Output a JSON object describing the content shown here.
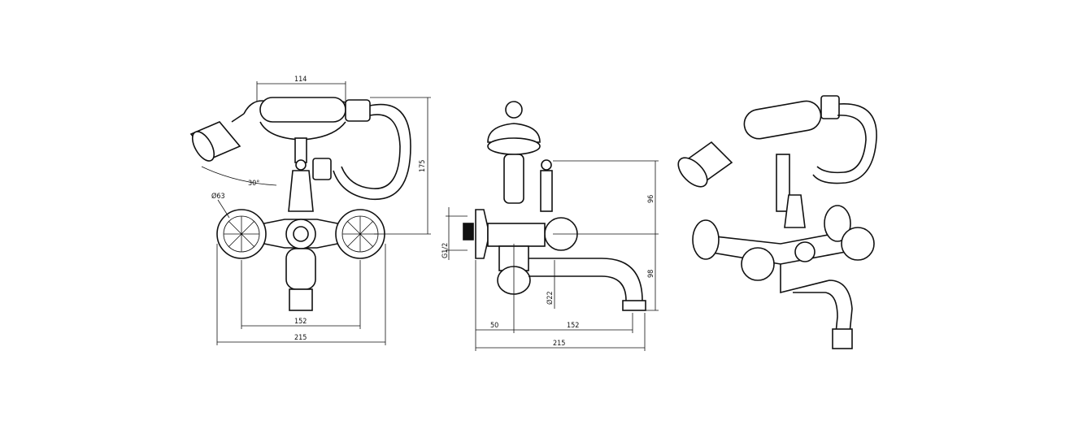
{
  "front_view": {
    "dim_handle_width": "114",
    "dim_height": "175",
    "dim_angle": "30°",
    "dim_knob_diameter": "Ø63",
    "dim_centers": "152",
    "dim_overall": "215"
  },
  "side_view": {
    "dim_thread": "G1/2",
    "dim_spout_diameter": "Ø22",
    "dim_upper": "96",
    "dim_lower": "98",
    "dim_offset": "50",
    "dim_spout": "152",
    "dim_overall": "215"
  }
}
